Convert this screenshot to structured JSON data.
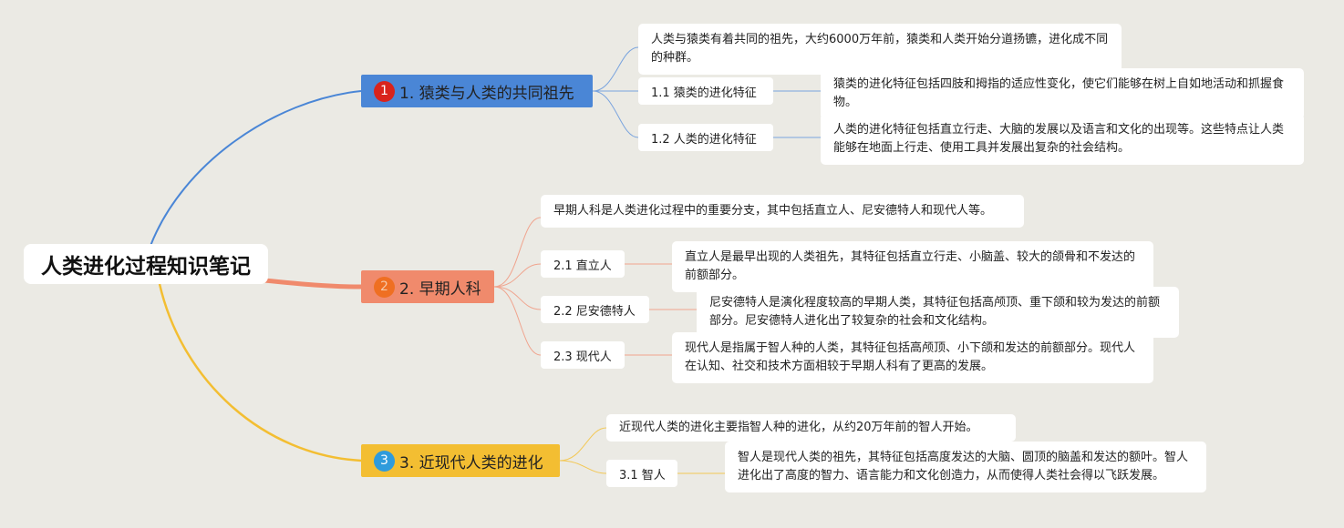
{
  "title": "人类进化过程知识笔记",
  "colors": {
    "background": "#ebeae4",
    "branch1": "#4a86d6",
    "branch2": "#f08a6c",
    "branch3": "#f3be32"
  },
  "branches": [
    {
      "badge": "1",
      "label": "1. 猿类与人类的共同祖先",
      "note": "人类与猿类有着共同的祖先，大约6000万年前，猿类和人类开始分道扬镳，进化成不同的种群。",
      "children": [
        {
          "label": "1.1 猿类的进化特征",
          "note": "猿类的进化特征包括四肢和拇指的适应性变化，使它们能够在树上自如地活动和抓握食物。"
        },
        {
          "label": "1.2 人类的进化特征",
          "note": "人类的进化特征包括直立行走、大脑的发展以及语言和文化的出现等。这些特点让人类能够在地面上行走、使用工具并发展出复杂的社会结构。"
        }
      ]
    },
    {
      "badge": "2",
      "label": "2. 早期人科",
      "note": "早期人科是人类进化过程中的重要分支，其中包括直立人、尼安德特人和现代人等。",
      "children": [
        {
          "label": "2.1 直立人",
          "note": "直立人是最早出现的人类祖先，其特征包括直立行走、小脑盖、较大的颌骨和不发达的前额部分。"
        },
        {
          "label": "2.2 尼安德特人",
          "note": "尼安德特人是演化程度较高的早期人类，其特征包括高颅顶、重下颌和较为发达的前额部分。尼安德特人进化出了较复杂的社会和文化结构。"
        },
        {
          "label": "2.3 现代人",
          "note": "现代人是指属于智人种的人类，其特征包括高颅顶、小下颌和发达的前额部分。现代人在认知、社交和技术方面相较于早期人科有了更高的发展。"
        }
      ]
    },
    {
      "badge": "3",
      "label": "3. 近现代人类的进化",
      "note": "近现代人类的进化主要指智人种的进化，从约20万年前的智人开始。",
      "children": [
        {
          "label": "3.1 智人",
          "note": "智人是现代人类的祖先，其特征包括高度发达的大脑、圆顶的脑盖和发达的额叶。智人进化出了高度的智力、语言能力和文化创造力，从而使得人类社会得以飞跃发展。"
        }
      ]
    }
  ]
}
